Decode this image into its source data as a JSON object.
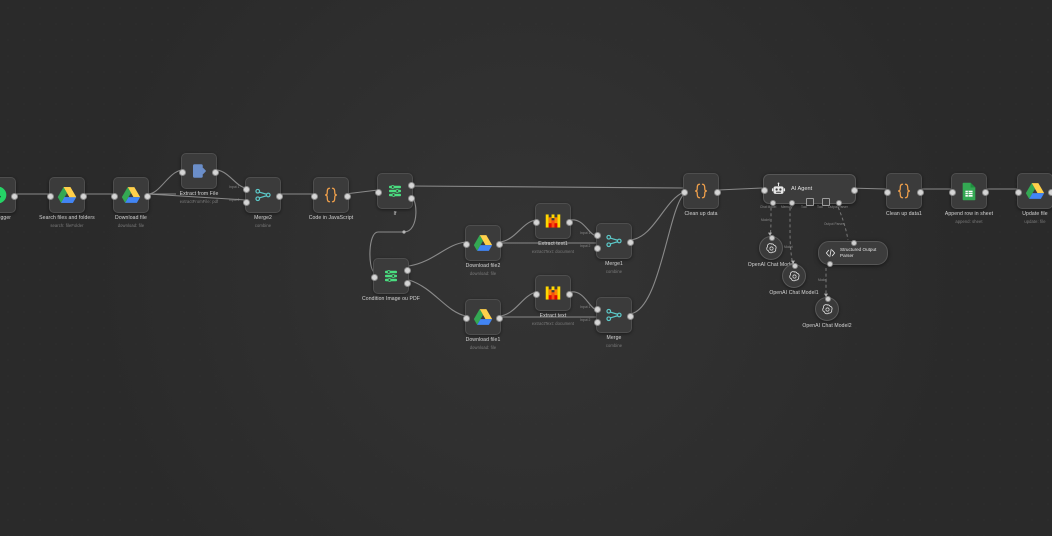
{
  "app": {
    "name": "n8n-workflow-canvas",
    "background": "#2d2d2d",
    "accents": {
      "code_orange": "#f0a04b",
      "merge_teal": "#5cc8c8",
      "if_green": "#4ade80",
      "sheets_green": "#34a853",
      "mistral_orange": "#ff7000",
      "extract_blue": "#6b8ec9",
      "trigger_green": "#25d366"
    }
  },
  "nodes": [
    {
      "id": "trigger",
      "title": "…e Trigger",
      "subtitle": "",
      "icon": "whatsapp-trigger-icon"
    },
    {
      "id": "search_files",
      "title": "Search files and folders",
      "subtitle": "search: fileFolder",
      "icon": "google-drive-icon"
    },
    {
      "id": "download_file",
      "title": "Download file",
      "subtitle": "download: file",
      "icon": "google-drive-icon"
    },
    {
      "id": "extract_file",
      "title": "Extract from File",
      "subtitle": "extractFromFile: pdf",
      "icon": "extract-from-file-icon"
    },
    {
      "id": "merge2",
      "title": "Merge2",
      "subtitle": "combine",
      "icon": "merge-icon"
    },
    {
      "id": "code_js",
      "title": "Code in JavaScript",
      "subtitle": "",
      "icon": "code-braces-icon"
    },
    {
      "id": "if_node",
      "title": "If",
      "subtitle": "",
      "icon": "if-filter-icon"
    },
    {
      "id": "condition",
      "title": "Condition Image ou PDF",
      "subtitle": "",
      "icon": "if-filter-icon"
    },
    {
      "id": "download_file2",
      "title": "Download file2",
      "subtitle": "download: file",
      "icon": "google-drive-icon"
    },
    {
      "id": "download_file1",
      "title": "Download file1",
      "subtitle": "download: file",
      "icon": "google-drive-icon"
    },
    {
      "id": "extract_text1",
      "title": "Extract text1",
      "subtitle": "extractText: document",
      "icon": "mistral-icon"
    },
    {
      "id": "extract_text",
      "title": "Extract text",
      "subtitle": "extractText: document",
      "icon": "mistral-icon"
    },
    {
      "id": "merge1",
      "title": "Merge1",
      "subtitle": "combine",
      "icon": "merge-icon"
    },
    {
      "id": "merge",
      "title": "Merge",
      "subtitle": "combine",
      "icon": "merge-icon"
    },
    {
      "id": "clean_up_data",
      "title": "Clean up data",
      "subtitle": "",
      "icon": "code-braces-icon"
    },
    {
      "id": "ai_agent",
      "title": "AI Agent",
      "subtitle": "",
      "icon": "robot-icon"
    },
    {
      "id": "clean_up_data1",
      "title": "Clean up data1",
      "subtitle": "",
      "icon": "code-braces-icon"
    },
    {
      "id": "append_row",
      "title": "Append row in sheet",
      "subtitle": "append: sheet",
      "icon": "google-sheets-icon"
    },
    {
      "id": "update_file",
      "title": "Update file",
      "subtitle": "update: file",
      "icon": "google-drive-icon"
    },
    {
      "id": "chat_model",
      "title": "OpenAI Chat Model",
      "subtitle": "",
      "icon": "openai-icon"
    },
    {
      "id": "chat_model1",
      "title": "OpenAI Chat Model1",
      "subtitle": "",
      "icon": "openai-icon"
    },
    {
      "id": "chat_model2",
      "title": "OpenAI Chat Model2",
      "subtitle": "",
      "icon": "openai-icon"
    },
    {
      "id": "parser",
      "title": "Structured Output Parser",
      "subtitle": "",
      "icon": "code-slash-icon"
    }
  ],
  "ports": {
    "input": "Input",
    "input1": "Input 1",
    "input2": "Input 2",
    "true": "true",
    "false": "false"
  },
  "agent_connectors": [
    {
      "label": "Chat Model",
      "required": true
    },
    {
      "label": "Memory",
      "required": false
    },
    {
      "label": "Tool",
      "required": false
    },
    {
      "label": "Tool",
      "required": false
    },
    {
      "label": "Output Parser",
      "required": false
    }
  ],
  "sub_connector_labels": {
    "model": "Model",
    "model1": "Model",
    "model2": "Model",
    "output_parser": "Output Parser"
  },
  "plus_buttons": [
    "+",
    "+"
  ]
}
